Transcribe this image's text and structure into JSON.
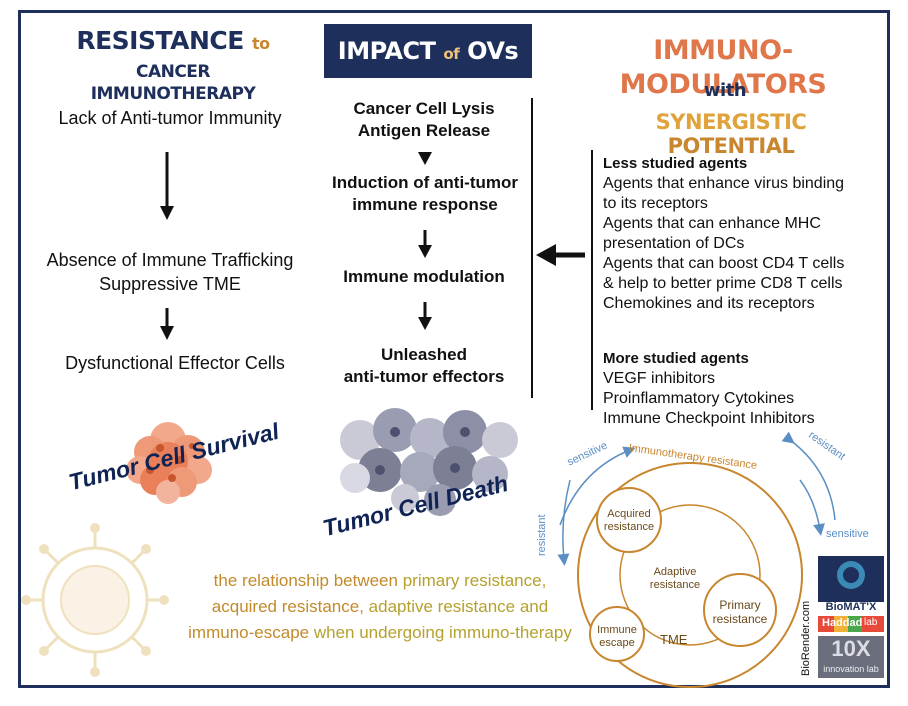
{
  "left": {
    "title_main": "RESISTANCE",
    "title_small": "to",
    "title_sub": "CANCER IMMUNOTHERAPY",
    "step1": "Lack of Anti-tumor Immunity",
    "step2_l1": "Absence of Immune Trafficking",
    "step2_l2": "Suppressive TME",
    "step3": "Dysfunctional Effector Cells",
    "survival": "Tumor Cell Survival"
  },
  "middle": {
    "title_main": "IMPACT",
    "title_small": "of",
    "title_end": "OVs",
    "step1_l1": "Cancer Cell Lysis",
    "step1_l2": "Antigen Release",
    "step2_l1": "Induction of anti-tumor",
    "step2_l2": "immune response",
    "step3": "Immune modulation",
    "step4_l1": "Unleashed",
    "step4_l2": "anti-tumor effectors",
    "death": "Tumor Cell Death"
  },
  "right": {
    "title": "IMMUNO-MODULATORS",
    "with": "with",
    "syn_1": "SYNERGISTIC",
    "syn_2": "POTENTIAL",
    "less_head": "Less studied agents",
    "less_items": [
      "Agents that enhance virus binding",
      "to its receptors",
      "Agents that can enhance MHC",
      "presentation of DCs",
      "Agents that can boost CD4 T cells",
      "& help to better prime CD8 T cells",
      "Chemokines and its receptors"
    ],
    "more_head": "More studied agents",
    "more_items": [
      "VEGF inhibitors",
      "Proinflammatory Cytokines",
      "Immune Checkpoint Inhibitors"
    ]
  },
  "cycle": {
    "outer": "Immunotherapy resistance",
    "acquired_l1": "Acquired",
    "acquired_l2": "resistance",
    "adaptive_l1": "Adaptive",
    "adaptive_l2": "resistance",
    "primary_l1": "Primary",
    "primary_l2": "resistance",
    "escape_l1": "Immune",
    "escape_l2": "escape",
    "tme": "TME",
    "sensitive_1": "sensitive",
    "resistant_1": "resistant",
    "resistant_2": "resistant",
    "sensitive_2": "sensitive"
  },
  "relationship": {
    "p1": "the relationship between",
    "p2": "primary resistance,",
    "p3": "acquired resistance,",
    "p4": "adaptive resistance and",
    "p5": "immuno-escape",
    "p6": "when undergoing immuno-therapy"
  },
  "credits": {
    "biorender": "BioRender.com",
    "biomatx": "BioMAT'X",
    "haddad": "Haddad",
    "lab": "lab",
    "tenx": "10X",
    "innovation": "innovation lab"
  },
  "colors": {
    "navy": "#1d2f5a",
    "orange": "#e0774a",
    "gold": "#c28a2a",
    "tumor": "#e9805a",
    "grey_cells": "#7d7f95",
    "cycle": "#c8862e",
    "arrow_blue": "#5b8fc4"
  }
}
